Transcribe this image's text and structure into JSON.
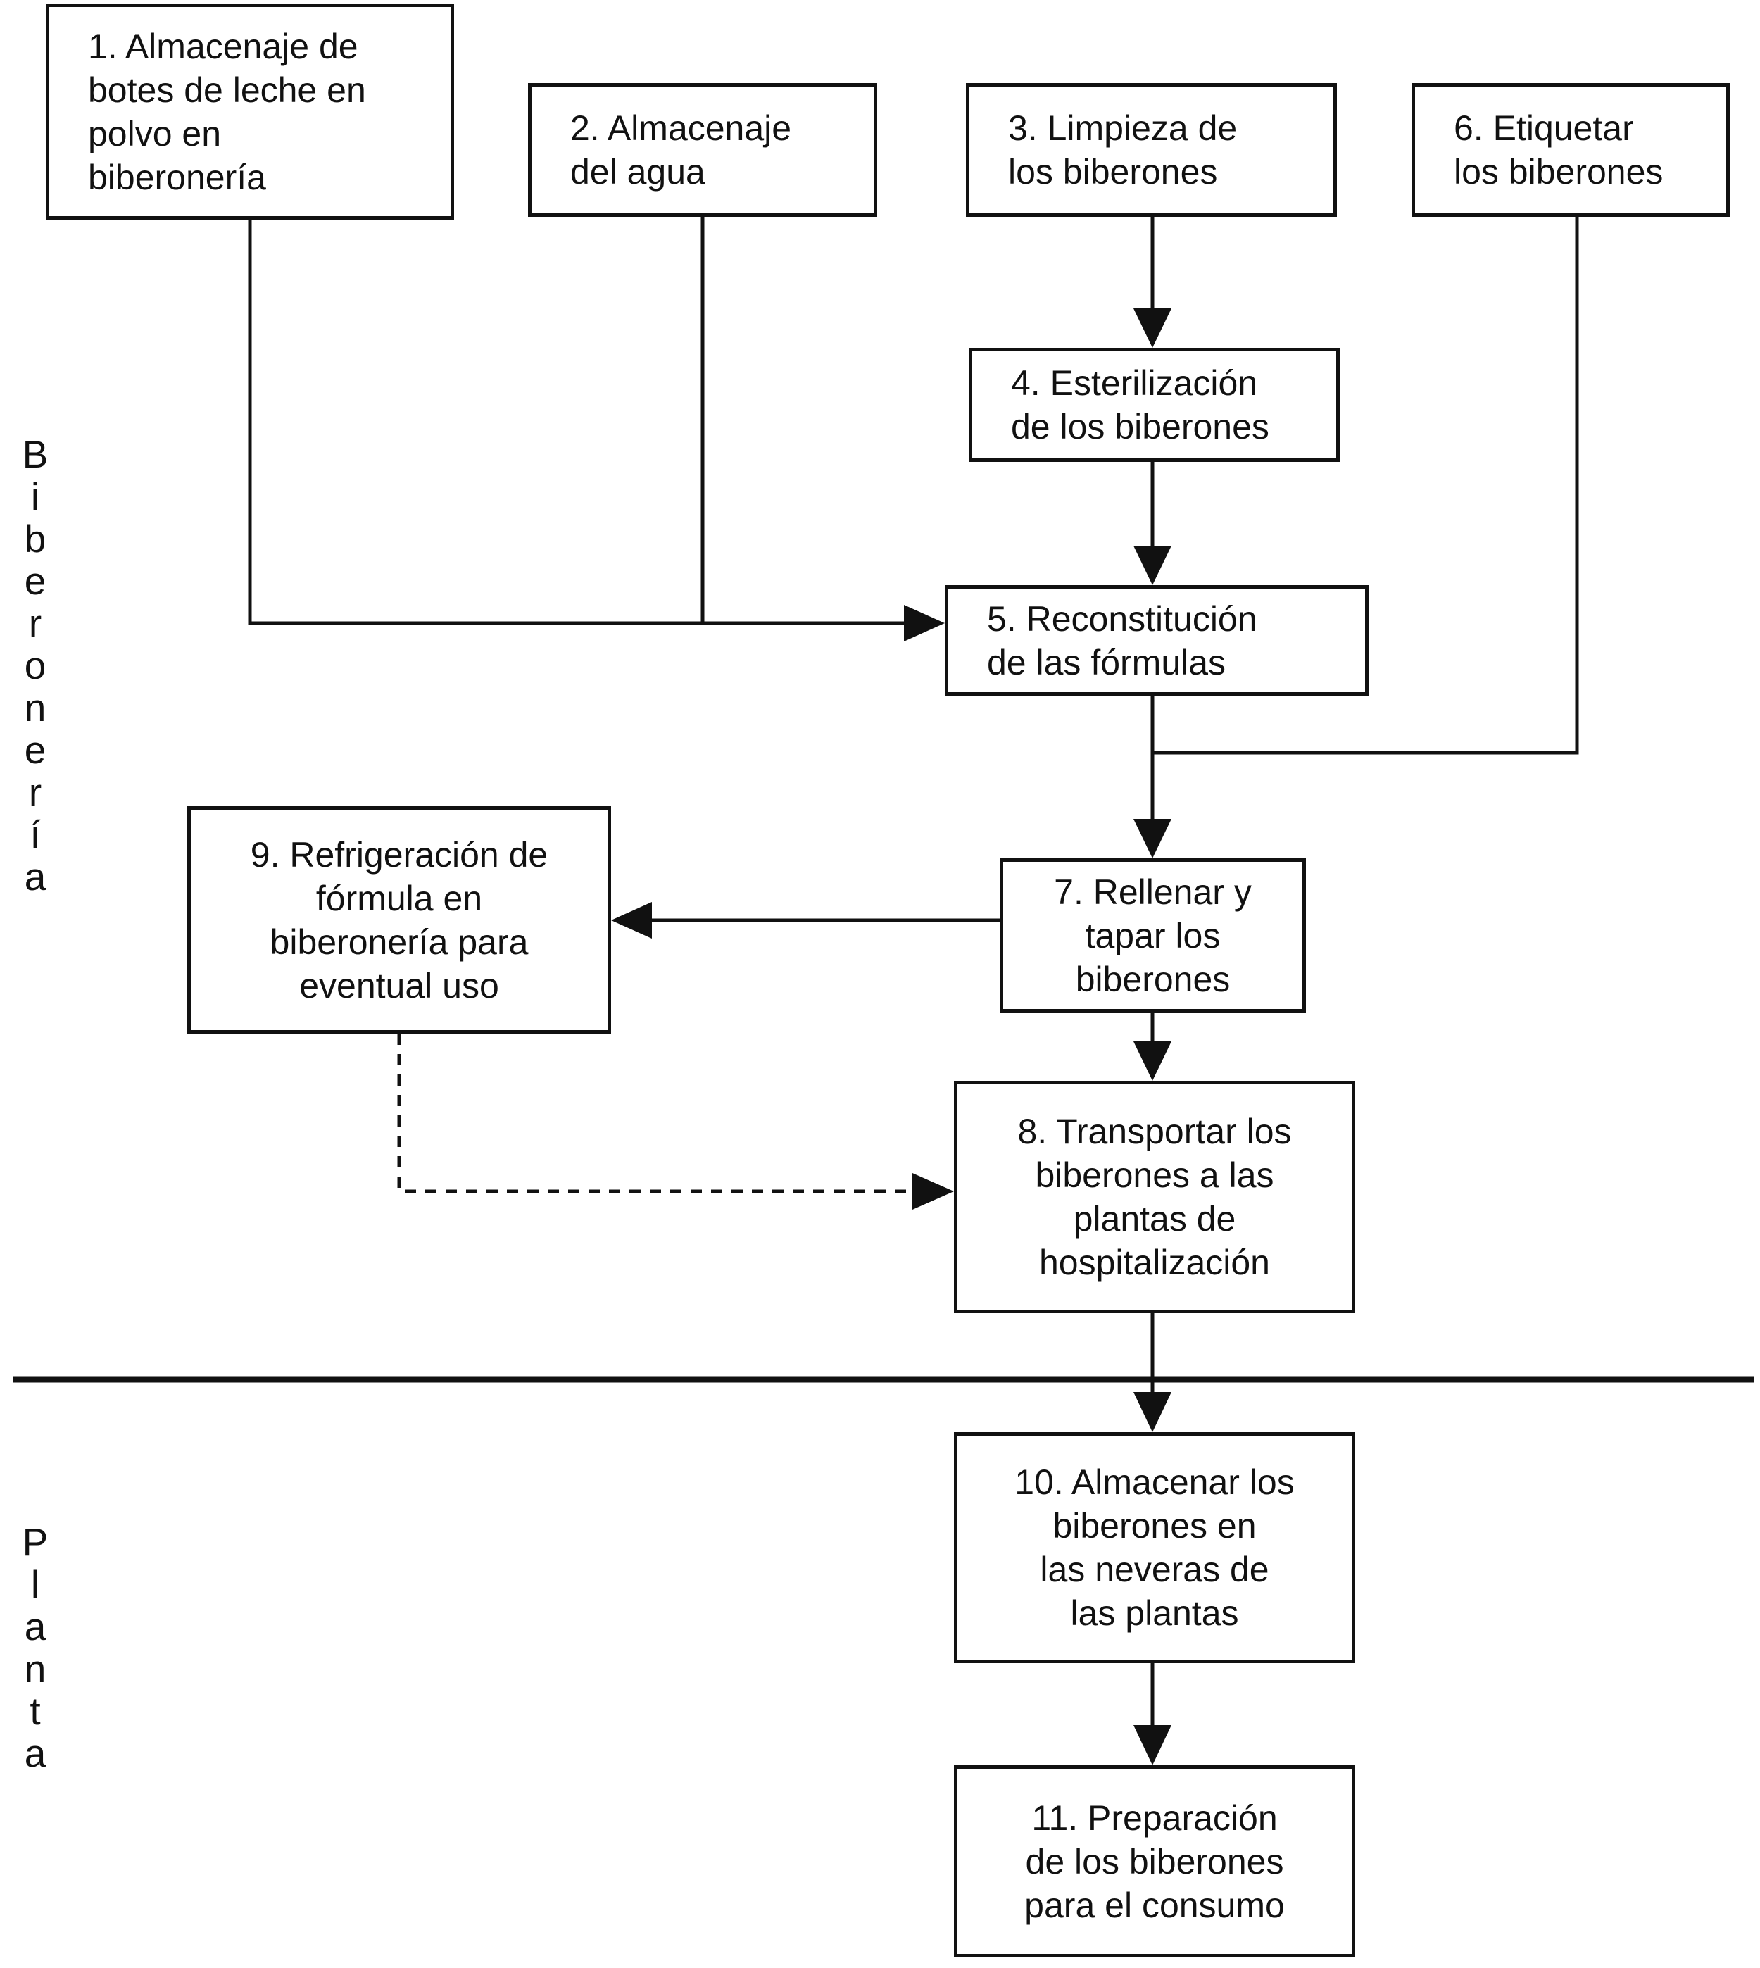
{
  "diagram": {
    "title_hint": "Flowchart of baby-bottle (biberón) preparation workflow",
    "colors": {
      "background": "#ffffff",
      "ink": "#111111"
    },
    "sections": {
      "biberoneria": {
        "label": "Biberonería"
      },
      "planta": {
        "label": "Planta"
      }
    },
    "nodes": {
      "n1": {
        "label": "1. Almacenaje de\nbotes de leche en\npolvo en\nbiberonería"
      },
      "n2": {
        "label": "2. Almacenaje\ndel agua"
      },
      "n3": {
        "label": "3. Limpieza de\nlos biberones"
      },
      "n4": {
        "label": "4. Esterilización\nde los biberones"
      },
      "n5": {
        "label": "5. Reconstitución\nde las fórmulas"
      },
      "n6": {
        "label": "6. Etiquetar\nlos biberones"
      },
      "n7": {
        "label": "7. Rellenar y\ntapar los\nbiberones"
      },
      "n8": {
        "label": "8. Transportar los\nbiberones a las\nplantas de\nhospitalización"
      },
      "n9": {
        "label": "9. Refrigeración de\nfórmula en\nbiberonería para\neventual uso"
      },
      "n10": {
        "label": "10. Almacenar los\nbiberones en\nlas neveras de\nlas plantas"
      },
      "n11": {
        "label": "11. Preparación\nde los biberones\npara el consumo"
      }
    }
  }
}
